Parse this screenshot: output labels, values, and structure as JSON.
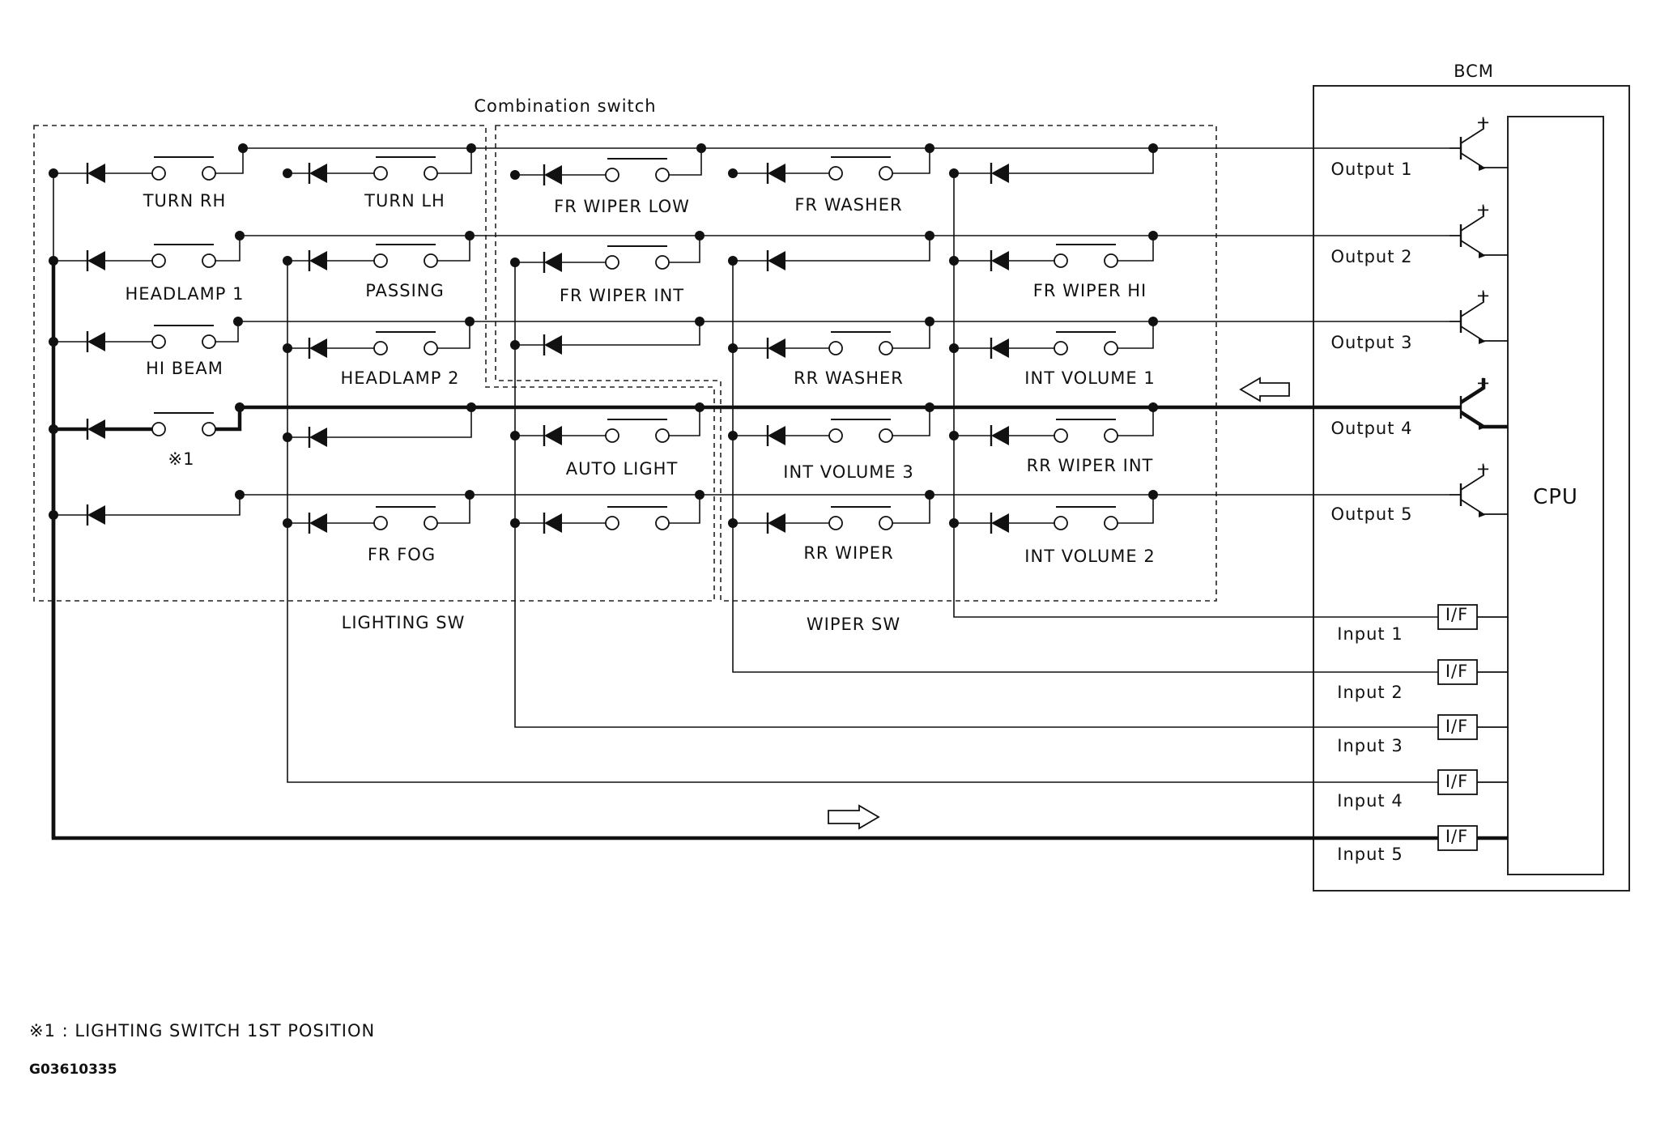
{
  "header": {
    "bcm": "BCM",
    "combination": "Combination switch"
  },
  "sections": {
    "lighting": "LIGHTING SW",
    "wiper": "WIPER SW"
  },
  "cpu": "CPU",
  "outputs": [
    "Output 1",
    "Output 2",
    "Output 3",
    "Output 4",
    "Output 5"
  ],
  "inputs": [
    "Input 1",
    "Input 2",
    "Input 3",
    "Input 4",
    "Input 5"
  ],
  "interface": "I/F",
  "plus": "+",
  "switches": {
    "turn_rh": "TURN RH",
    "turn_lh": "TURN LH",
    "headlamp_1": "HEADLAMP 1",
    "passing": "PASSING",
    "hi_beam": "HI BEAM",
    "headlamp_2": "HEADLAMP 2",
    "note_mark": "※1",
    "fr_fog": "FR FOG",
    "fr_wiper_low": "FR WIPER LOW",
    "fr_wiper_int": "FR WIPER INT",
    "auto_light": "AUTO LIGHT",
    "fr_washer": "FR WASHER",
    "rr_washer": "RR WASHER",
    "int_volume_3": "INT VOLUME 3",
    "rr_wiper": "RR WIPER",
    "fr_wiper_hi": "FR WIPER HI",
    "int_volume_1": "INT VOLUME 1",
    "rr_wiper_int": "RR WIPER INT",
    "int_volume_2": "INT VOLUME 2"
  },
  "footnote": "※1 : LIGHTING SWITCH 1ST POSITION",
  "figure_code": "G03610335"
}
